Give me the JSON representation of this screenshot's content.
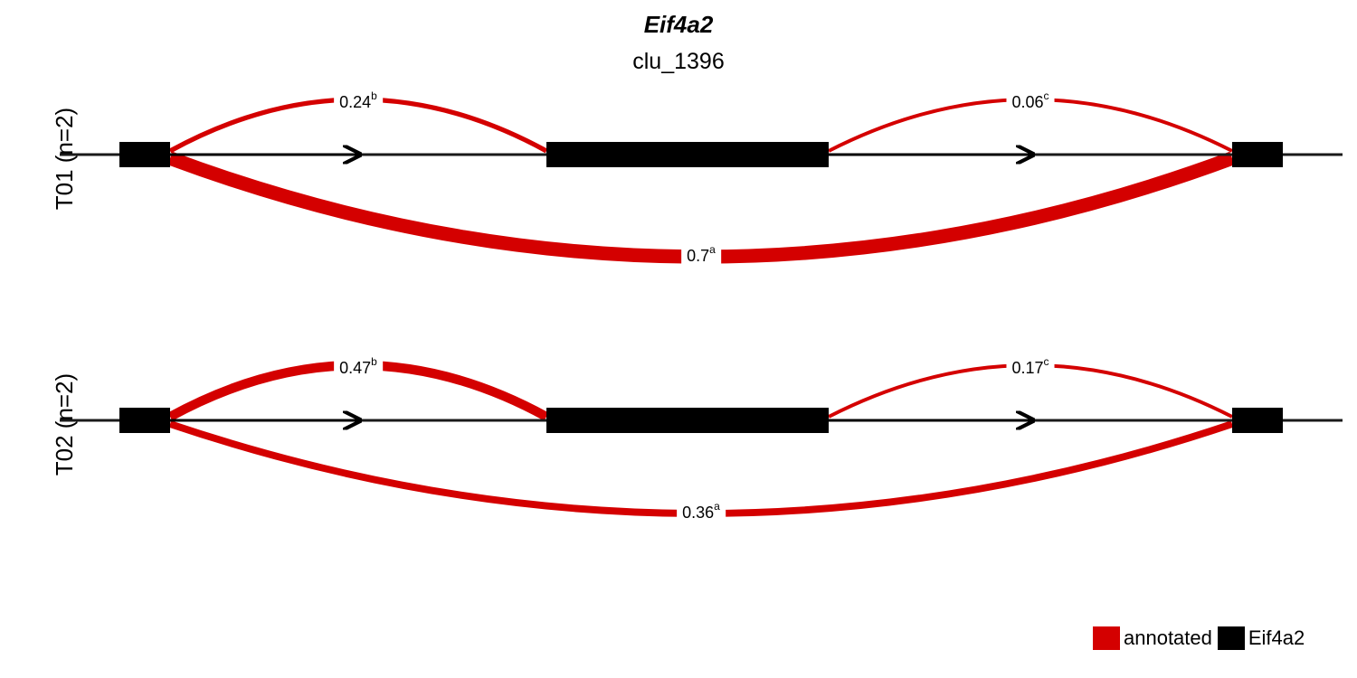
{
  "title": {
    "gene": "Eif4a2",
    "cluster": "clu_1396"
  },
  "colors": {
    "annotated": "#d40000",
    "exon": "#000000",
    "line": "#1a1a1a"
  },
  "panels": [
    {
      "label": "T01 (n=2)",
      "junctions": [
        {
          "from": 0,
          "to": 1,
          "value": "0.24",
          "sup": "b",
          "side": "above",
          "fraction": 0.24
        },
        {
          "from": 1,
          "to": 2,
          "value": "0.06",
          "sup": "c",
          "side": "above",
          "fraction": 0.06
        },
        {
          "from": 0,
          "to": 2,
          "value": "0.7",
          "sup": "a",
          "side": "below",
          "fraction": 0.7
        }
      ]
    },
    {
      "label": "T02 (n=2)",
      "junctions": [
        {
          "from": 0,
          "to": 1,
          "value": "0.47",
          "sup": "b",
          "side": "above",
          "fraction": 0.47
        },
        {
          "from": 1,
          "to": 2,
          "value": "0.17",
          "sup": "c",
          "side": "above",
          "fraction": 0.17
        },
        {
          "from": 0,
          "to": 2,
          "value": "0.36",
          "sup": "a",
          "side": "below",
          "fraction": 0.36
        }
      ]
    }
  ],
  "legend": [
    {
      "label": "annotated",
      "color": "#d40000"
    },
    {
      "label": "Eif4a2",
      "color": "#000000"
    }
  ]
}
